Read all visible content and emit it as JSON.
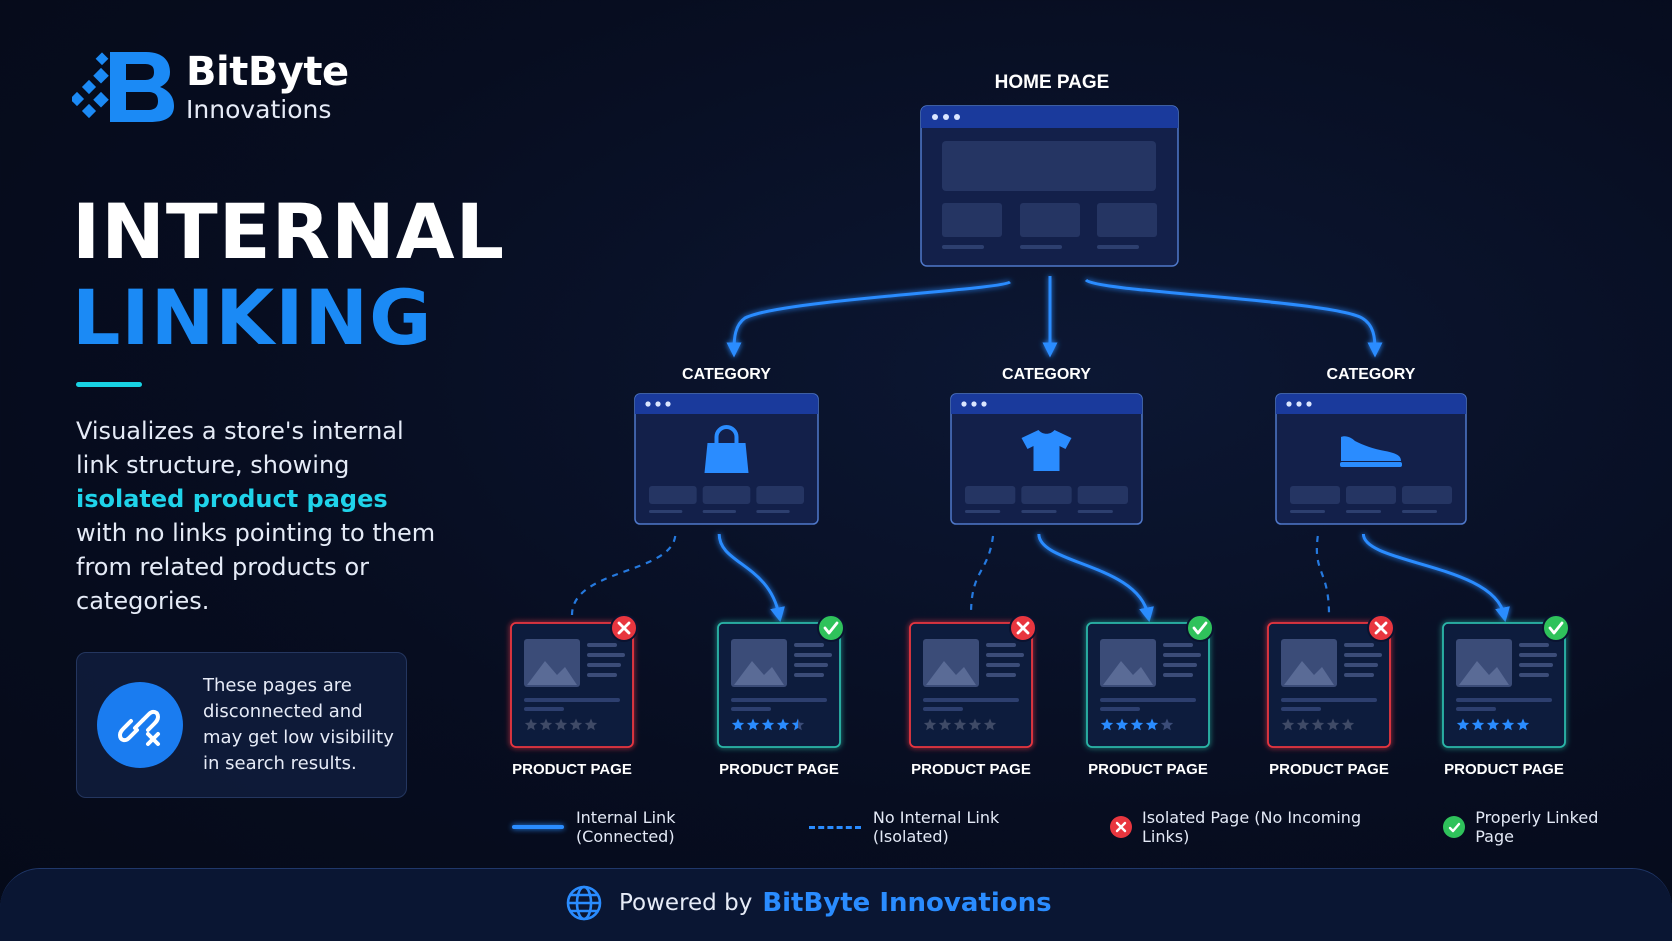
{
  "brand": {
    "name": "BitByte",
    "sub": "Innovations",
    "logo_icon": "bitbyte-b-logo-icon"
  },
  "title": {
    "line1": "INTERNAL",
    "line2": "LINKING"
  },
  "description": {
    "before": "Visualizes a store's internal link structure, showing",
    "highlight": "isolated product pages",
    "after": "with no links pointing to them from related products or categories."
  },
  "notice": {
    "icon": "broken-link-icon",
    "text": "These pages are disconnected and may get low visibility in search results."
  },
  "diagram": {
    "home": {
      "label": "HOME PAGE"
    },
    "categories": [
      {
        "label": "CATEGORY",
        "icon": "shopping-bag-icon"
      },
      {
        "label": "CATEGORY",
        "icon": "tshirt-icon"
      },
      {
        "label": "CATEGORY",
        "icon": "sneaker-icon"
      }
    ],
    "products": [
      {
        "label": "PRODUCT PAGE",
        "status": "isolated",
        "stars": 0
      },
      {
        "label": "PRODUCT PAGE",
        "status": "linked",
        "stars": 4.5
      },
      {
        "label": "PRODUCT PAGE",
        "status": "isolated",
        "stars": 0
      },
      {
        "label": "PRODUCT PAGE",
        "status": "linked",
        "stars": 4
      },
      {
        "label": "PRODUCT PAGE",
        "status": "isolated",
        "stars": 0
      },
      {
        "label": "PRODUCT PAGE",
        "status": "linked",
        "stars": 5
      }
    ]
  },
  "legend": {
    "connected": "Internal Link (Connected)",
    "isolated_link": "No Internal Link (Isolated)",
    "isolated_page": "Isolated Page (No Incoming Links)",
    "linked_page": "Properly Linked Page"
  },
  "footer": {
    "powered_by": "Powered by",
    "brand": "BitByte Innovations",
    "icon": "globe-icon"
  },
  "colors": {
    "accent_blue": "#1b8af5",
    "accent_cyan": "#1fd3ea",
    "isolated_red": "#e8363f",
    "linked_green": "#2fc25b",
    "linked_border": "#2bb6a8"
  }
}
